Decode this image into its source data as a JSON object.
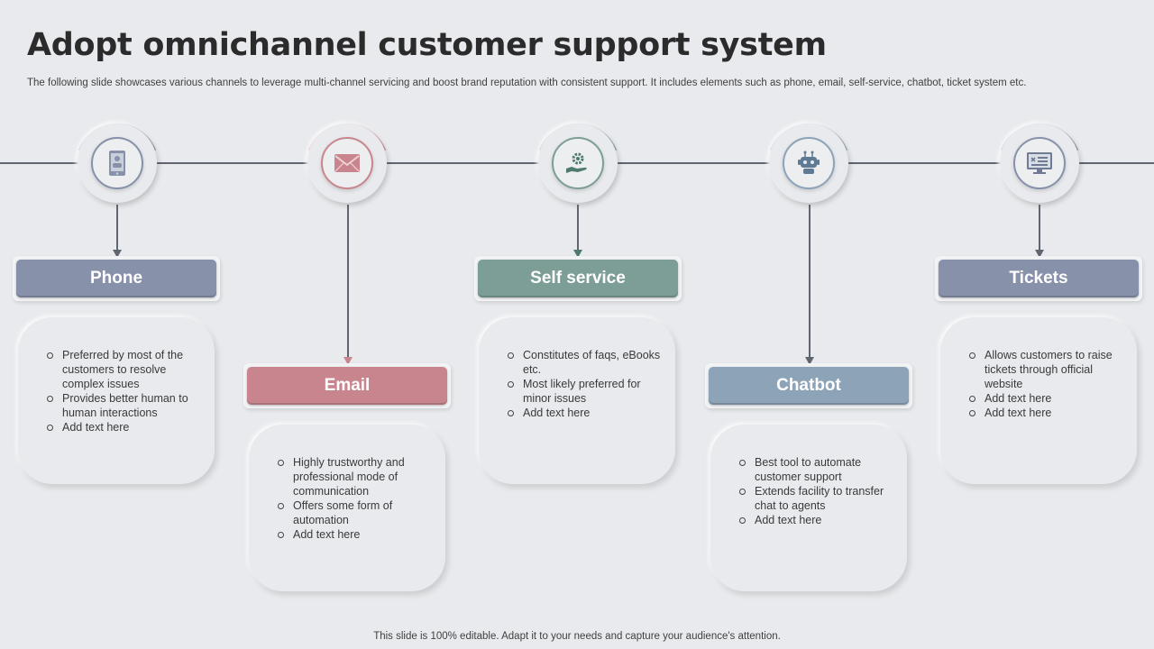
{
  "title": "Adopt omnichannel customer support system",
  "subtitle": "The following slide showcases various channels to leverage multi-channel servicing and boost brand reputation with consistent support. It includes elements such as phone,  email, self-service, chatbot, ticket system etc.",
  "footer": "This slide is 100% editable. Adapt it to your needs and capture your audience's attention.",
  "colors": {
    "phone": "#8791aa",
    "email": "#c9858e",
    "self_service": "#7c9e96",
    "chatbot": "#8ca3b8",
    "tickets": "#8791aa"
  },
  "channels": [
    {
      "name": "Phone",
      "icon": "phone-icon",
      "bullets": [
        "Preferred by most of the customers to resolve complex issues",
        "Provides better human to human interactions",
        "Add text here"
      ]
    },
    {
      "name": "Email",
      "icon": "email-icon",
      "bullets": [
        "Highly trustworthy and professional mode of communication",
        "Offers some form of automation",
        "Add text here"
      ]
    },
    {
      "name": "Self service",
      "icon": "self-service-icon",
      "bullets": [
        "Constitutes of faqs, eBooks etc.",
        "Most likely preferred for minor issues",
        "Add text here"
      ]
    },
    {
      "name": "Chatbot",
      "icon": "chatbot-icon",
      "bullets": [
        "Best tool to automate customer support",
        "Extends facility to transfer chat to agents",
        "Add text here"
      ]
    },
    {
      "name": "Tickets",
      "icon": "ticket-icon",
      "bullets": [
        "Allows customers to raise tickets through official website",
        "Add text here",
        "Add text here"
      ]
    }
  ]
}
